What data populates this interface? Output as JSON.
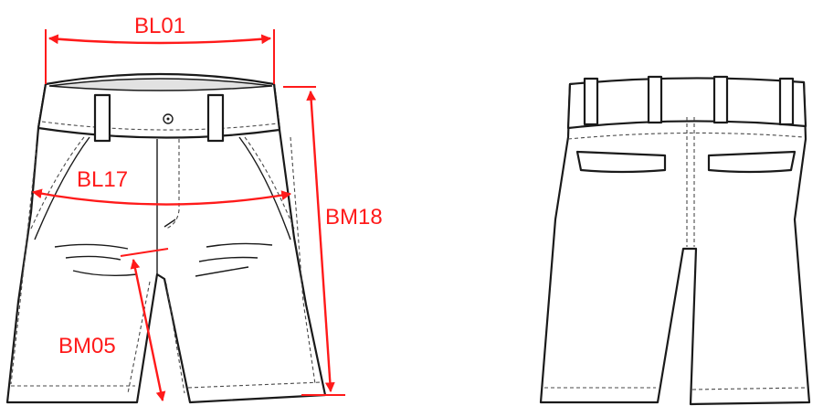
{
  "labels": {
    "bl01": "BL01",
    "bl17": "BL17",
    "bm18": "BM18",
    "bm05": "BM05"
  },
  "colors": {
    "measure": "#ff1a1a",
    "outline": "#1a1a1a"
  }
}
